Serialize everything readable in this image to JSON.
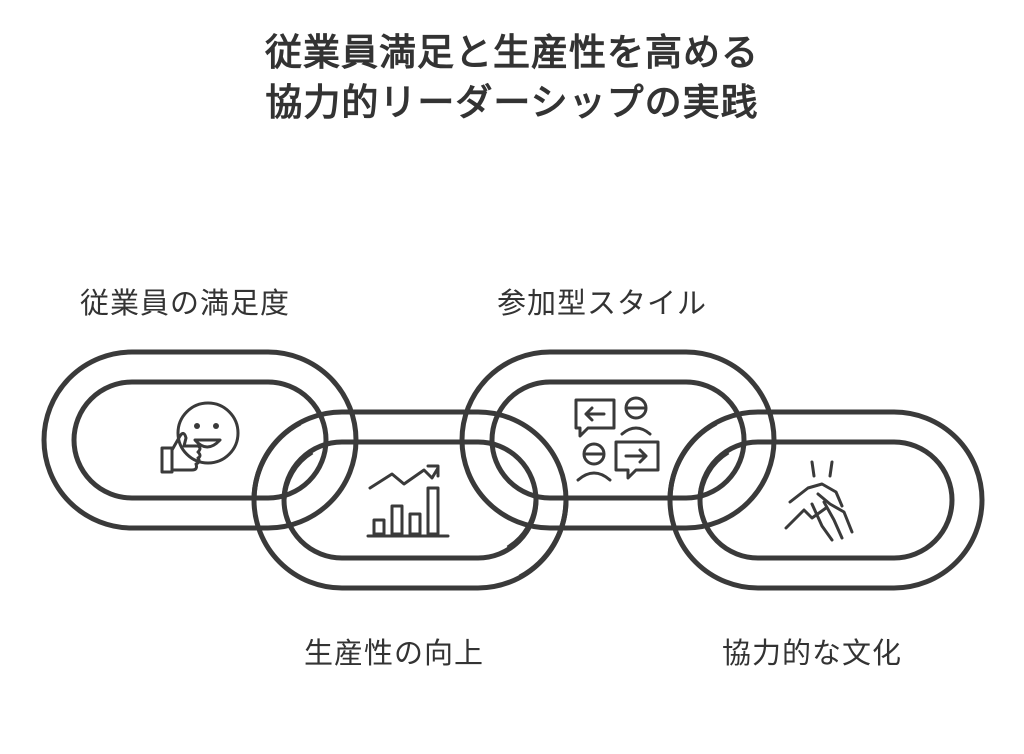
{
  "title": {
    "line1": "従業員満足と生産性を高める",
    "line2": "協力的リーダーシップの実践"
  },
  "links": [
    {
      "label": "従業員の満足度",
      "icon": "smiley-thumbs-up-icon"
    },
    {
      "label": "生産性の向上",
      "icon": "growth-bar-chart-icon"
    },
    {
      "label": "参加型スタイル",
      "icon": "conversation-icon"
    },
    {
      "label": "協力的な文化",
      "icon": "stacked-hands-icon"
    }
  ],
  "colors": {
    "stroke": "#3a3a3a",
    "background": "#ffffff"
  }
}
